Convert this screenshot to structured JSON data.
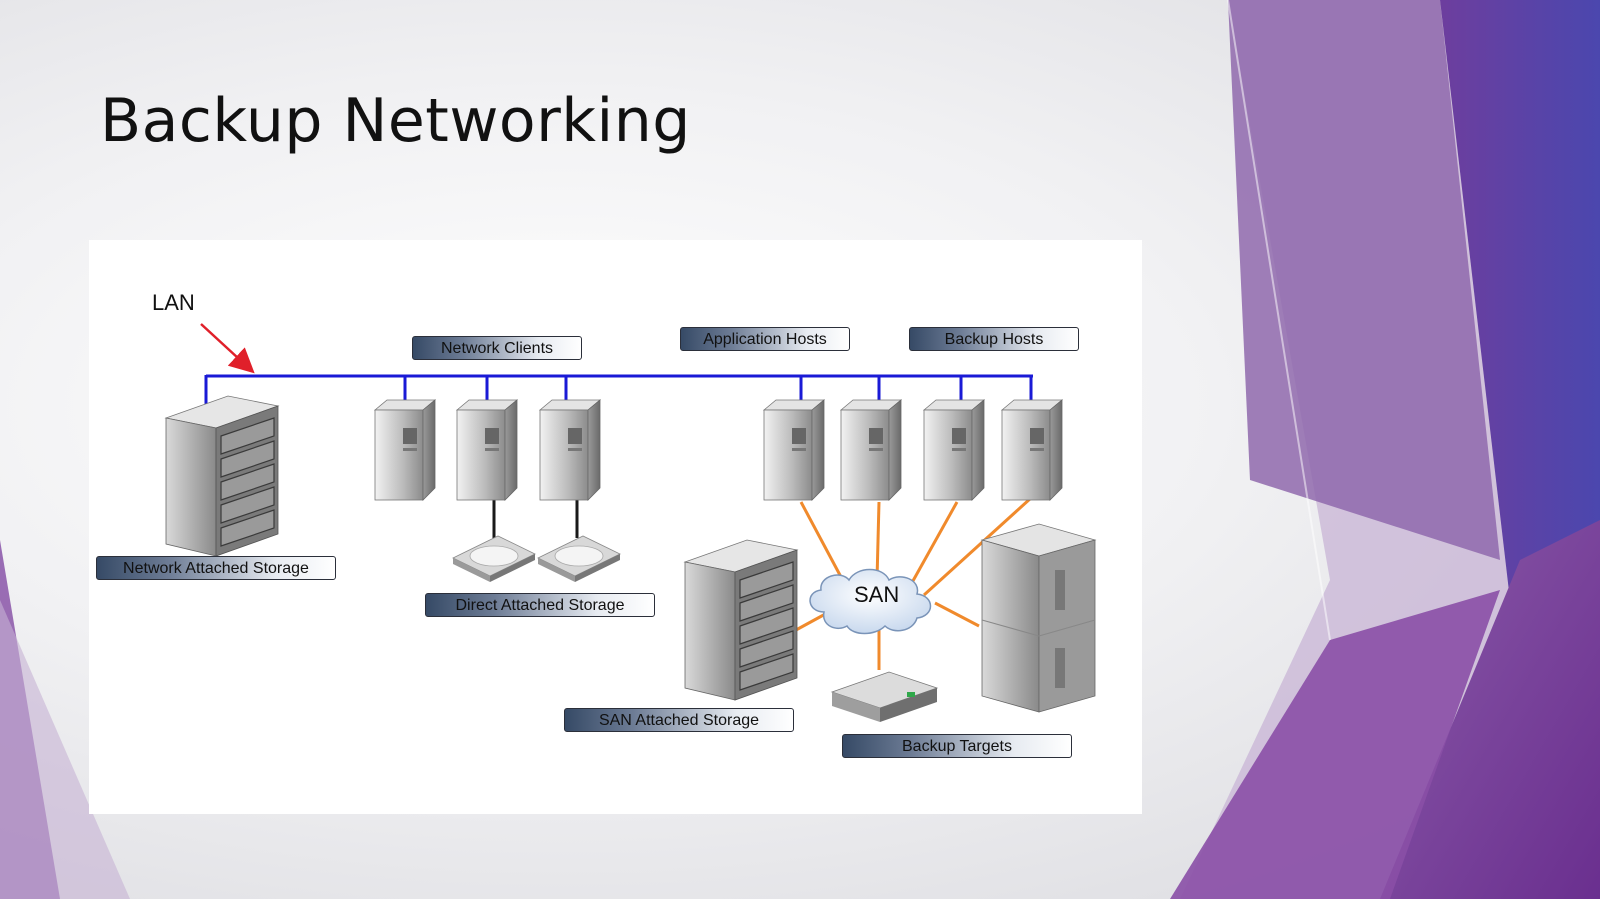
{
  "slide": {
    "title": "Backup Networking"
  },
  "diagram": {
    "lan_label": "LAN",
    "san_label": "SAN",
    "labels": {
      "network_clients": "Network Clients",
      "application_hosts": "Application Hosts",
      "backup_hosts": "Backup Hosts",
      "network_attached_storage": "Network Attached Storage",
      "direct_attached_storage": "Direct Attached Storage",
      "san_attached_storage": "SAN Attached Storage",
      "backup_targets": "Backup Targets"
    },
    "colors": {
      "lan_line": "#1a1ad6",
      "san_line": "#f08a2c",
      "arrow": "#e0202a",
      "das_cable": "#1a1a1a"
    }
  },
  "theme": {
    "accent_purple": "#7a3e9a",
    "accent_blue": "#4a46b0"
  }
}
